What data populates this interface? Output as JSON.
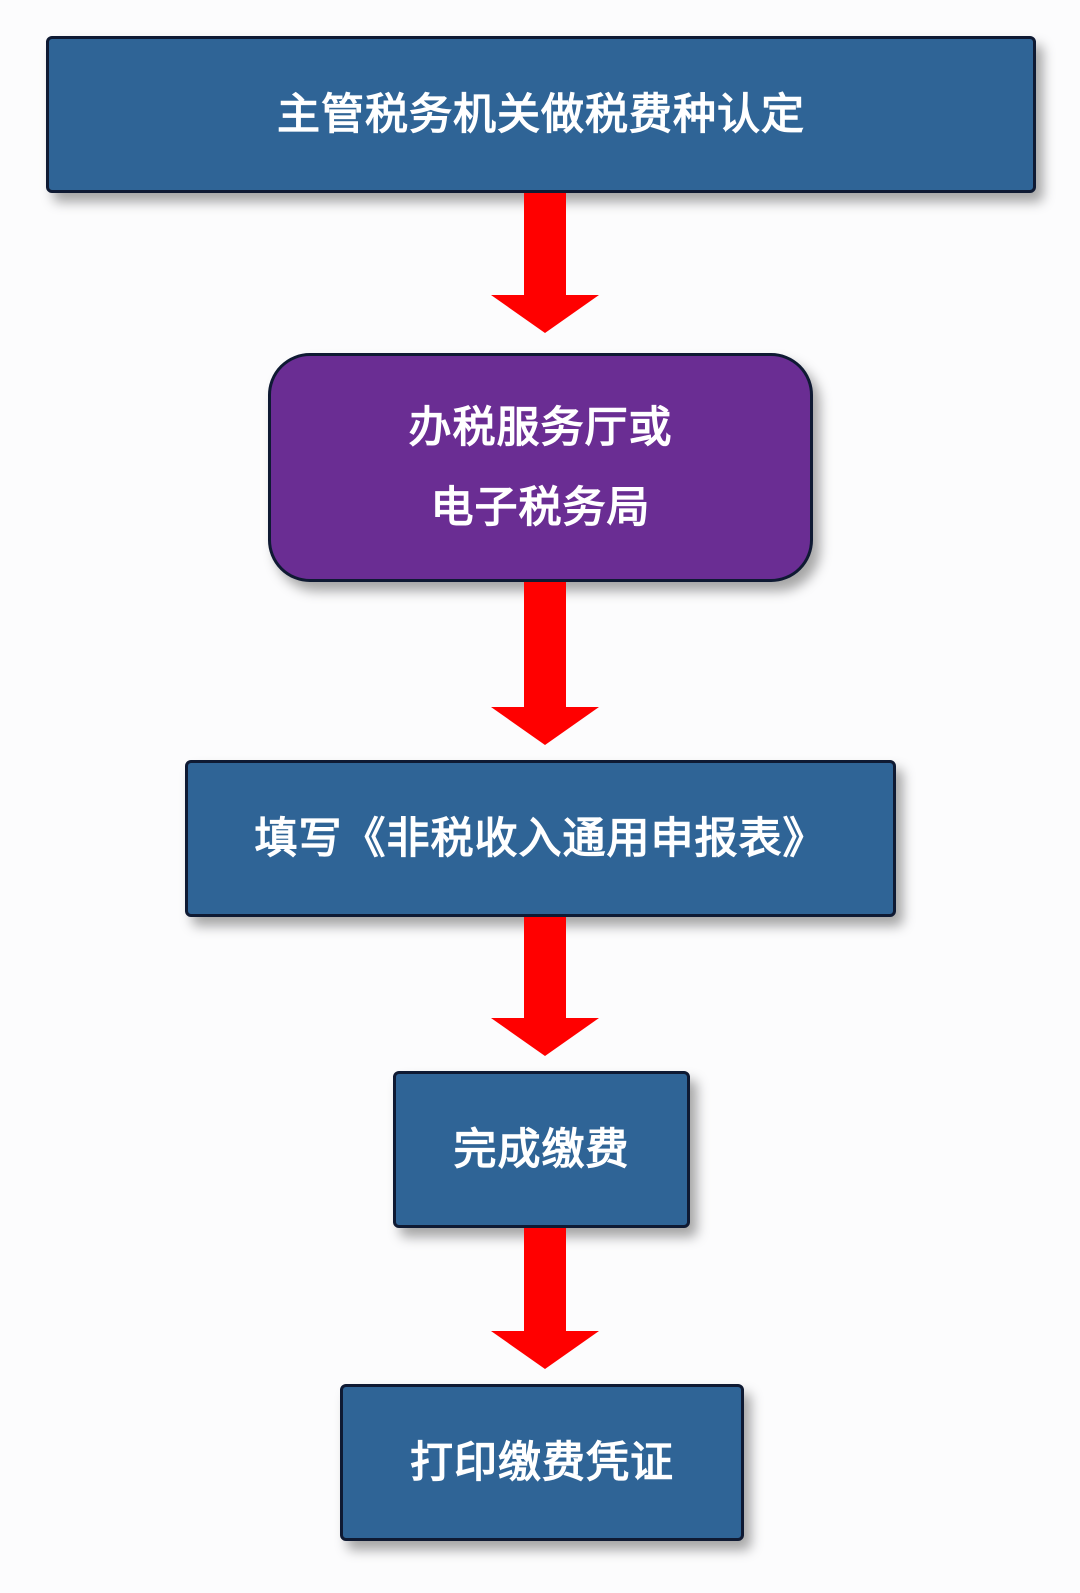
{
  "flowchart": {
    "steps": [
      {
        "id": "step-1",
        "lines": [
          "主管税务机关做税费种认定"
        ],
        "color": "#2f6496",
        "shape": "rectangle"
      },
      {
        "id": "step-2",
        "lines": [
          "办税服务厅或",
          "电子税务局"
        ],
        "color": "#6a2d93",
        "shape": "rounded-rectangle"
      },
      {
        "id": "step-3",
        "lines": [
          "填写《非税收入通用申报表》"
        ],
        "color": "#2f6496",
        "shape": "rectangle"
      },
      {
        "id": "step-4",
        "lines": [
          "完成缴费"
        ],
        "color": "#2f6496",
        "shape": "rectangle"
      },
      {
        "id": "step-5",
        "lines": [
          "打印缴费凭证"
        ],
        "color": "#2f6496",
        "shape": "rectangle"
      }
    ],
    "connectors": [
      {
        "from": "step-1",
        "to": "step-2",
        "color": "#ff0000"
      },
      {
        "from": "step-2",
        "to": "step-3",
        "color": "#ff0000"
      },
      {
        "from": "step-3",
        "to": "step-4",
        "color": "#ff0000"
      },
      {
        "from": "step-4",
        "to": "step-5",
        "color": "#ff0000"
      }
    ]
  }
}
